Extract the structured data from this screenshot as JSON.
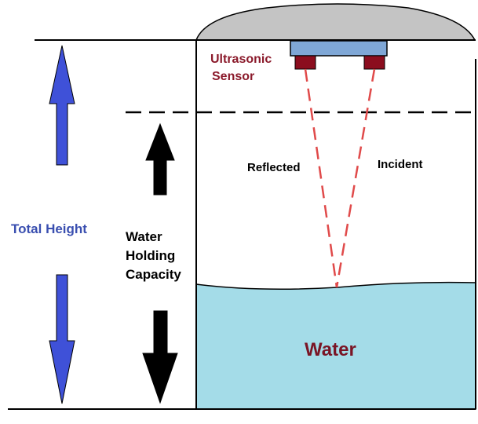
{
  "labels": {
    "sensor_line1": "Ultrasonic",
    "sensor_line2": "Sensor",
    "reflected": "Reflected",
    "incident": "Incident",
    "total_height": "Total Height",
    "capacity_line1": "Water",
    "capacity_line2": "Holding",
    "capacity_line3": "Capacity",
    "water": "Water"
  },
  "colors": {
    "dome": "#c4c4c4",
    "sensor_body": "#7fa7d6",
    "sensor_feet": "#8b0d1e",
    "beam": "#e04a4a",
    "water": "#a4dce8",
    "water_text": "#7a1525",
    "sensor_text": "#8b1a2b",
    "total_height_text": "#3a4fb0",
    "blue_arrow": "#3f51d8",
    "black": "#000000"
  },
  "icons": {
    "total_height_up": "arrow-up-icon",
    "total_height_down": "arrow-down-icon",
    "capacity_up": "arrow-up-icon",
    "capacity_down": "arrow-down-icon"
  }
}
